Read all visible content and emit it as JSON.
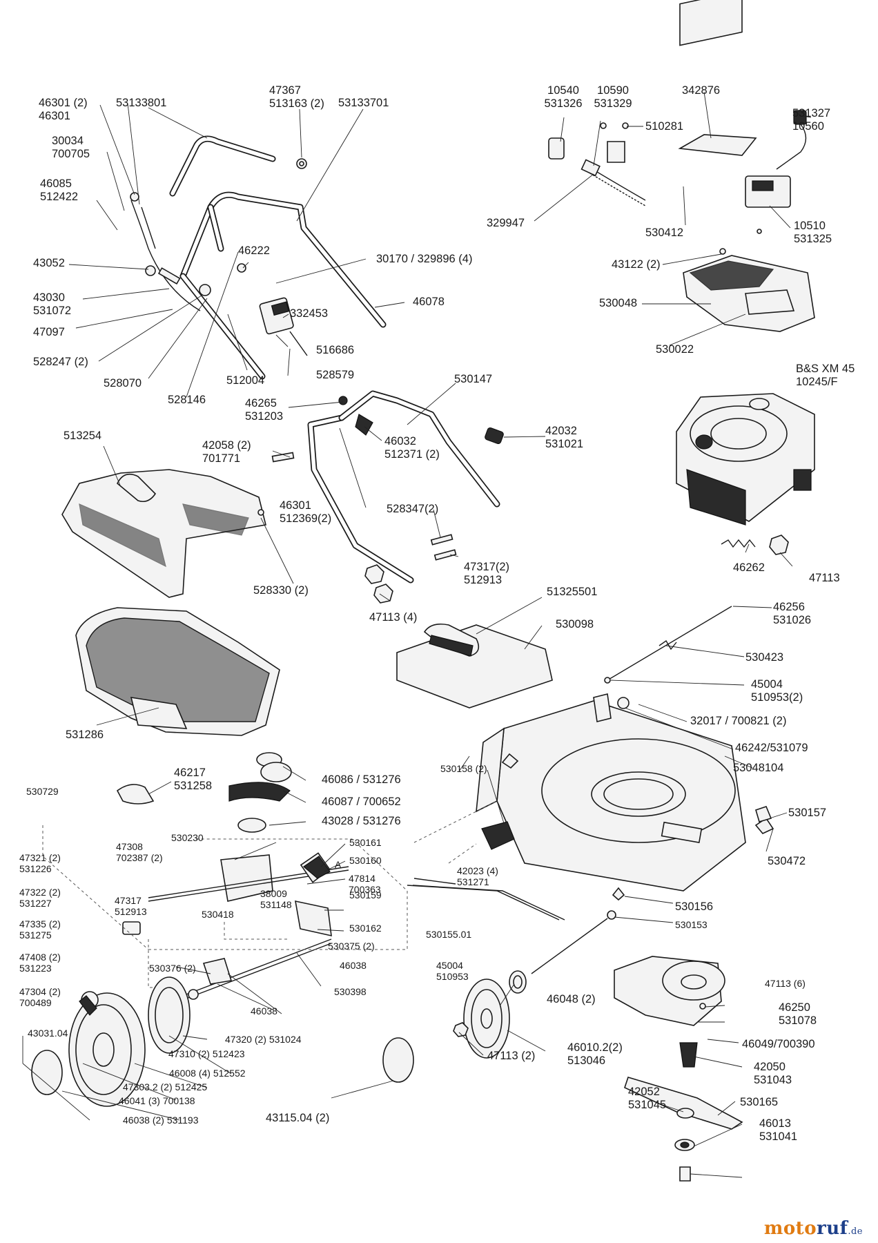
{
  "brand": {
    "name_part1": "moto",
    "name_part2": "ruf",
    "suffix": ".de"
  },
  "labels": [
    {
      "id": "l01",
      "text": "46301 (2)\n46301",
      "pos": "topleft"
    },
    {
      "id": "l02",
      "text": "53133801"
    },
    {
      "id": "l03",
      "text": "47367\n513163 (2)"
    },
    {
      "id": "l04",
      "text": "53133701"
    },
    {
      "id": "l05",
      "text": "30034\n700705"
    },
    {
      "id": "l06",
      "text": "46085\n512422"
    },
    {
      "id": "l07",
      "text": "43052"
    },
    {
      "id": "l08",
      "text": "46222"
    },
    {
      "id": "l09",
      "text": "30170 / 329896 (4)"
    },
    {
      "id": "l10",
      "text": "43030\n531072"
    },
    {
      "id": "l11",
      "text": "47097"
    },
    {
      "id": "l12",
      "text": "332453"
    },
    {
      "id": "l13",
      "text": "46078"
    },
    {
      "id": "l14",
      "text": "528247 (2)"
    },
    {
      "id": "l15",
      "text": "516686"
    },
    {
      "id": "l16",
      "text": "512004"
    },
    {
      "id": "l17",
      "text": "528579"
    },
    {
      "id": "l18",
      "text": "528070"
    },
    {
      "id": "l19",
      "text": "528146"
    },
    {
      "id": "l20",
      "text": "10540\n531326"
    },
    {
      "id": "l21",
      "text": "10590\n531329"
    },
    {
      "id": "l22",
      "text": "342876"
    },
    {
      "id": "l23",
      "text": "531327\n10560"
    },
    {
      "id": "l24",
      "text": "510281"
    },
    {
      "id": "l25",
      "text": "329947"
    },
    {
      "id": "l26",
      "text": "530412"
    },
    {
      "id": "l27",
      "text": "10510\n531325"
    },
    {
      "id": "l28",
      "text": "43122 (2)"
    },
    {
      "id": "l29",
      "text": "530048"
    },
    {
      "id": "l30",
      "text": "530022"
    },
    {
      "id": "l31",
      "text": "B&S XM 45\n10245/F"
    },
    {
      "id": "l32",
      "text": "46265\n531203"
    },
    {
      "id": "l33",
      "text": "530147"
    },
    {
      "id": "l34",
      "text": "513254"
    },
    {
      "id": "l35",
      "text": "42058 (2)\n701771"
    },
    {
      "id": "l36",
      "text": "46032\n512371 (2)"
    },
    {
      "id": "l37",
      "text": "42032\n531021"
    },
    {
      "id": "l38",
      "text": "46301\n512369(2)"
    },
    {
      "id": "l39",
      "text": "528347(2)"
    },
    {
      "id": "l40",
      "text": "47317(2)\n512913"
    },
    {
      "id": "l41",
      "text": "528330 (2)"
    },
    {
      "id": "l42",
      "text": "46262"
    },
    {
      "id": "l43",
      "text": "47113"
    },
    {
      "id": "l44",
      "text": "47113 (4)"
    },
    {
      "id": "l45",
      "text": "51325501"
    },
    {
      "id": "l46",
      "text": "46256\n531026"
    },
    {
      "id": "l47",
      "text": "530098"
    },
    {
      "id": "l48",
      "text": "530423"
    },
    {
      "id": "l49",
      "text": "45004\n510953(2)"
    },
    {
      "id": "l50",
      "text": "32017 / 700821 (2)"
    },
    {
      "id": "l51",
      "text": "531286"
    },
    {
      "id": "l52",
      "text": "46242/531079"
    },
    {
      "id": "l53",
      "text": "53048104"
    },
    {
      "id": "l54",
      "text": "46217\n531258"
    },
    {
      "id": "l55",
      "text": "46086 / 531276"
    },
    {
      "id": "l56",
      "text": "530729"
    },
    {
      "id": "l57",
      "text": "46087 / 700652"
    },
    {
      "id": "l58",
      "text": "43028 / 531276"
    },
    {
      "id": "l59",
      "text": "530158 (2)"
    },
    {
      "id": "l60",
      "text": "530157"
    },
    {
      "id": "l61",
      "text": "530230"
    },
    {
      "id": "l62",
      "text": "530161"
    },
    {
      "id": "l63",
      "text": "47308\n702387 (2)"
    },
    {
      "id": "l64",
      "text": "47321 (2)\n531226"
    },
    {
      "id": "l65",
      "text": "530160"
    },
    {
      "id": "l66",
      "text": "A"
    },
    {
      "id": "l67",
      "text": "530472"
    },
    {
      "id": "l68",
      "text": "42023 (4)\n531271"
    },
    {
      "id": "l69",
      "text": "47814\n700363"
    },
    {
      "id": "l70",
      "text": "47322 (2)\n531227"
    },
    {
      "id": "l71",
      "text": "38009\n531148"
    },
    {
      "id": "l72",
      "text": "530159"
    },
    {
      "id": "l73",
      "text": "47317\n512913"
    },
    {
      "id": "l74",
      "text": "530418"
    },
    {
      "id": "l75",
      "text": "530162"
    },
    {
      "id": "l76",
      "text": "530156"
    },
    {
      "id": "l77",
      "text": "47335 (2)\n531275"
    },
    {
      "id": "l78",
      "text": "530155.01"
    },
    {
      "id": "l79",
      "text": "530153"
    },
    {
      "id": "l80",
      "text": "530375 (2)"
    },
    {
      "id": "l81",
      "text": "47408 (2)\n531223"
    },
    {
      "id": "l82",
      "text": "530376 (2)"
    },
    {
      "id": "l83",
      "text": "46038"
    },
    {
      "id": "l84",
      "text": "45004\n510953"
    },
    {
      "id": "l85",
      "text": "47113 (6)"
    },
    {
      "id": "l86",
      "text": "530398"
    },
    {
      "id": "l87",
      "text": "47304 (2)\n700489"
    },
    {
      "id": "l88",
      "text": "46038"
    },
    {
      "id": "l89",
      "text": "46048 (2)"
    },
    {
      "id": "l90",
      "text": "46250\n531078"
    },
    {
      "id": "l91",
      "text": "43031.04"
    },
    {
      "id": "l92",
      "text": "47320 (2) 531024"
    },
    {
      "id": "l93",
      "text": "46049/700390"
    },
    {
      "id": "l94",
      "text": "47310 (2) 512423"
    },
    {
      "id": "l95",
      "text": "47113 (2)"
    },
    {
      "id": "l96",
      "text": "46010.2(2)\n513046"
    },
    {
      "id": "l97",
      "text": "42050\n531043"
    },
    {
      "id": "l98",
      "text": "46008 (4) 512552"
    },
    {
      "id": "l99",
      "text": "47303.2 (2) 512425"
    },
    {
      "id": "l100",
      "text": "42052\n531045"
    },
    {
      "id": "l101",
      "text": "530165"
    },
    {
      "id": "l102",
      "text": "46041 (3) 700138"
    },
    {
      "id": "l103",
      "text": "43115.04 (2)"
    },
    {
      "id": "l104",
      "text": "46013\n531041"
    },
    {
      "id": "l105",
      "text": "46038 (2) 531193"
    }
  ]
}
